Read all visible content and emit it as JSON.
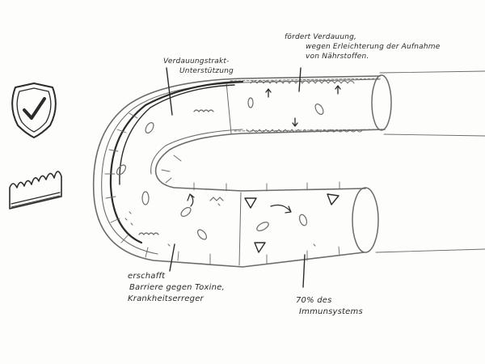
{
  "labels": {
    "support": [
      "Verdauungstrakt-",
      "Unterstützung"
    ],
    "digestion": [
      "fördert Verdauung,",
      "wegen Erleichterung der Aufnahme",
      "von Nährstoffen."
    ],
    "barrier": [
      "erschafft",
      "Barriere gegen Toxine,",
      "Krankheitserreger"
    ],
    "immune": [
      "70% des",
      "Immunsystems"
    ]
  },
  "icons": [
    "shield-check-icon",
    "villi-tissue-icon"
  ],
  "colors": {
    "pencil": "#6b6b6b",
    "ink": "#2b2b2b",
    "paper": "#fdfdfb"
  }
}
